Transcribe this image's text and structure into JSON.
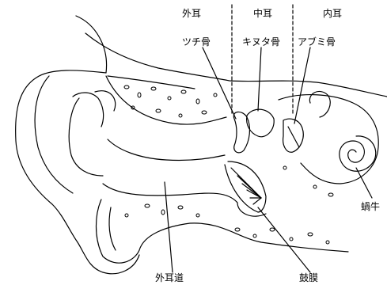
{
  "diagram": {
    "sections": {
      "outer": "外耳",
      "middle": "中耳",
      "inner": "内耳"
    },
    "labels": {
      "malleus": "ツチ骨",
      "incus": "キヌタ骨",
      "stapes": "アブミ骨",
      "cochlea": "蝸牛",
      "ear_canal": "外耳道",
      "eardrum": "鼓膜"
    }
  }
}
